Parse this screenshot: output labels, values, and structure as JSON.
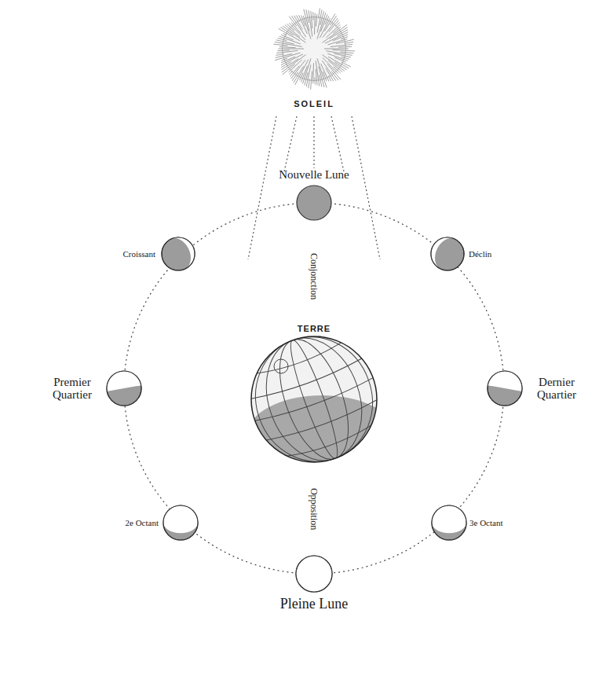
{
  "diagram": {
    "nodes": [
      {
        "text": [
          "SOLEIL"
        ]
      },
      {
        "text": [
          "Nouvelle Lune"
        ]
      },
      {
        "text": [
          "Croissant"
        ]
      },
      {
        "text": [
          "Déclin"
        ]
      },
      {
        "text": [
          "Premier Quartier"
        ]
      },
      {
        "text": [
          "TERRE"
        ]
      },
      {
        "text": [
          "Dernier Quartier"
        ]
      },
      {
        "text": [
          "2e Octant"
        ]
      },
      {
        "text": [
          "3e Octant"
        ]
      },
      {
        "text": [
          "Pleine Lune"
        ]
      }
    ],
    "labels": [
      "Conjonction",
      "Opposition"
    ]
  }
}
